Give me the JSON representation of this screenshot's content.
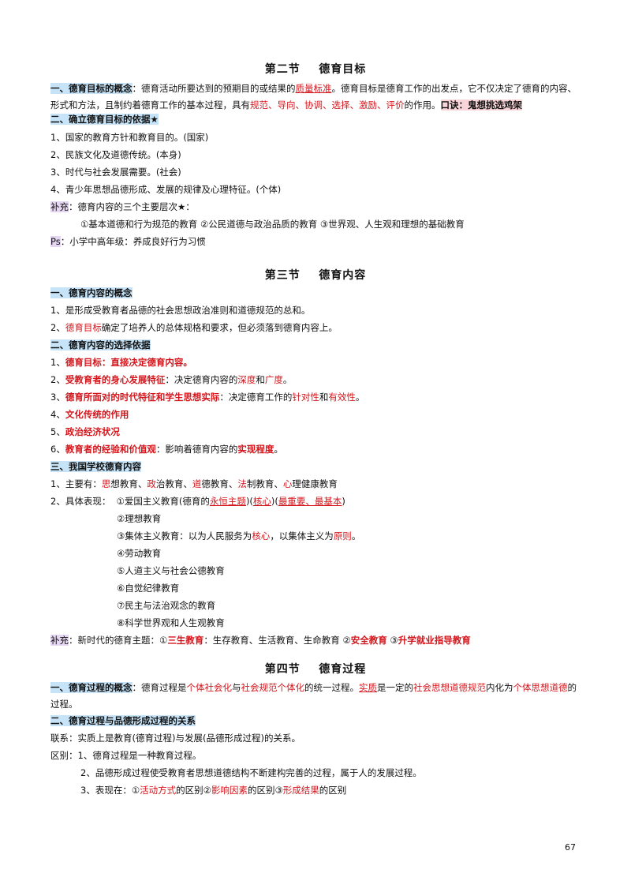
{
  "s2": {
    "title": "第二节    德育目标",
    "l1": {
      "h": "一、德育目标的概念",
      "a": "：德育活动所要达到的预期目的或结果的",
      "b": "质量标准",
      "c": "。德育目标是德育工作的出发点，它不仅决定了德育的内容、形式和方法，且制约着德育工作的基本过程，具有",
      "d": "规范、导向、协调、选择、激励、评价",
      "e": "的作用。",
      "f": "口诀：鬼想挑选鸡架"
    },
    "h2": "二、确立德育目标的依据★",
    "items": [
      "1、国家的教育方针和教育目的。(国家)",
      "2、民族文化及道德传统。(本身)",
      "3、时代与社会发展需要。(社会)",
      "4、青少年思想品德形成、发展的规律及心理特征。(个体)"
    ],
    "sup_label": "补充",
    "sup_text": "：德育内容的三个主要层次★：",
    "sup_levels": "①基本道德和行为规范的教育 ②公民道德与政治品质的教育 ③世界观、人生观和理想的基础教育",
    "ps_label": "Ps",
    "ps_text": "：小学中高年级：养成良好行为习惯"
  },
  "s3": {
    "title": "第三节    德育内容",
    "h1": "一、德育内容的概念",
    "c1": "1、是形成受教育者品德的社会思想政治准则和道德规范的总和。",
    "c2a": "2、",
    "c2b": "德育目标",
    "c2c": "确定了培养人的总体规格和要求，但必须落到德育内容上。",
    "h2": "二、德育内容的选择依据",
    "b1a": "1、",
    "b1b": "德育目标：直接决定德育内容。",
    "b2a": "2、",
    "b2b": "受教育者的身心发展特征",
    "b2c": "：决定德育内容的",
    "b2d": "深度",
    "b2e": "和",
    "b2f": "广度",
    "b2g": "。",
    "b3a": "3、",
    "b3b": "德育所面对的时代特征和学生思想实际",
    "b3c": "：决定德育工作的",
    "b3d": "针对性",
    "b3e": "和",
    "b3f": "有效性",
    "b3g": "。",
    "b4a": "4、",
    "b4b": "文化传统的作用",
    "b5a": "5、",
    "b5b": "政治经济状况",
    "b6a": "6、",
    "b6b": "教育者的经验和价值观",
    "b6c": "：影响着德育内容的",
    "b6d": "实现程度",
    "b6e": "。",
    "h3": "三、我国学校德育内容",
    "m1": {
      "a": "1、主要有：",
      "k1": "思",
      "t1": "想教育、",
      "k2": "政",
      "t2": "治教育、",
      "k3": "道",
      "t3": "德教育、",
      "k4": "法",
      "t4": "制教育、",
      "k5": "心",
      "t5": "理健康教育"
    },
    "m2": {
      "a": "2、具体表现：  ①爱国主义教育(德育的",
      "b": "永恒主题",
      "c": ")(",
      "d": "核心",
      "e": ")(",
      "f": "最重要、最基本",
      "g": ")"
    },
    "list": [
      "②理想教育",
      "④劳动教育",
      "⑤人道主义与社会公德教育",
      "⑥自觉纪律教育",
      "⑦民主与法治观念的教育",
      "⑧科学世界观和人生观教育"
    ],
    "item3": {
      "a": "③集体主义教育：以为人民服务为",
      "b": "核心",
      "c": "，以集体主义为",
      "d": "原则",
      "e": "。"
    },
    "sup": {
      "label": "补充",
      "a": "：新时代的德育主题：①",
      "b": "三生教育",
      "c": "：生存教育、生活教育、生命教育 ②",
      "d": "安全教育",
      "e": " ③",
      "f": "升学就业指导教育"
    }
  },
  "s4": {
    "title": "第四节    德育过程",
    "l1": {
      "h": "一、德育过程的概念",
      "a": "：德育过程是",
      "b": "个体社会化",
      "c": "与",
      "d": "社会规范个体化",
      "e": "的统一过程。",
      "f": "实质",
      "g": "是一定的",
      "h2": "社会思想道德规范",
      "i": "内化为",
      "j": "个体思想道德",
      "k": "的过程。"
    },
    "h2": "二、德育过程与品德形成过程的关系",
    "link": "联系：实质上是教育(德育过程)与发展(品德形成过程)的关系。",
    "diff1": "区别：1、德育过程是一种教育过程。",
    "diff2": "2、品德形成过程使受教育者思想道德结构不断建构完善的过程，属于人的发展过程。",
    "diff3": {
      "a": "3、表现在：①",
      "b": "活动方式",
      "c": "的区别②",
      "d": "影响因素",
      "e": "的区别③",
      "f": "形成结果",
      "g": "的区别"
    }
  },
  "page_number": "67"
}
